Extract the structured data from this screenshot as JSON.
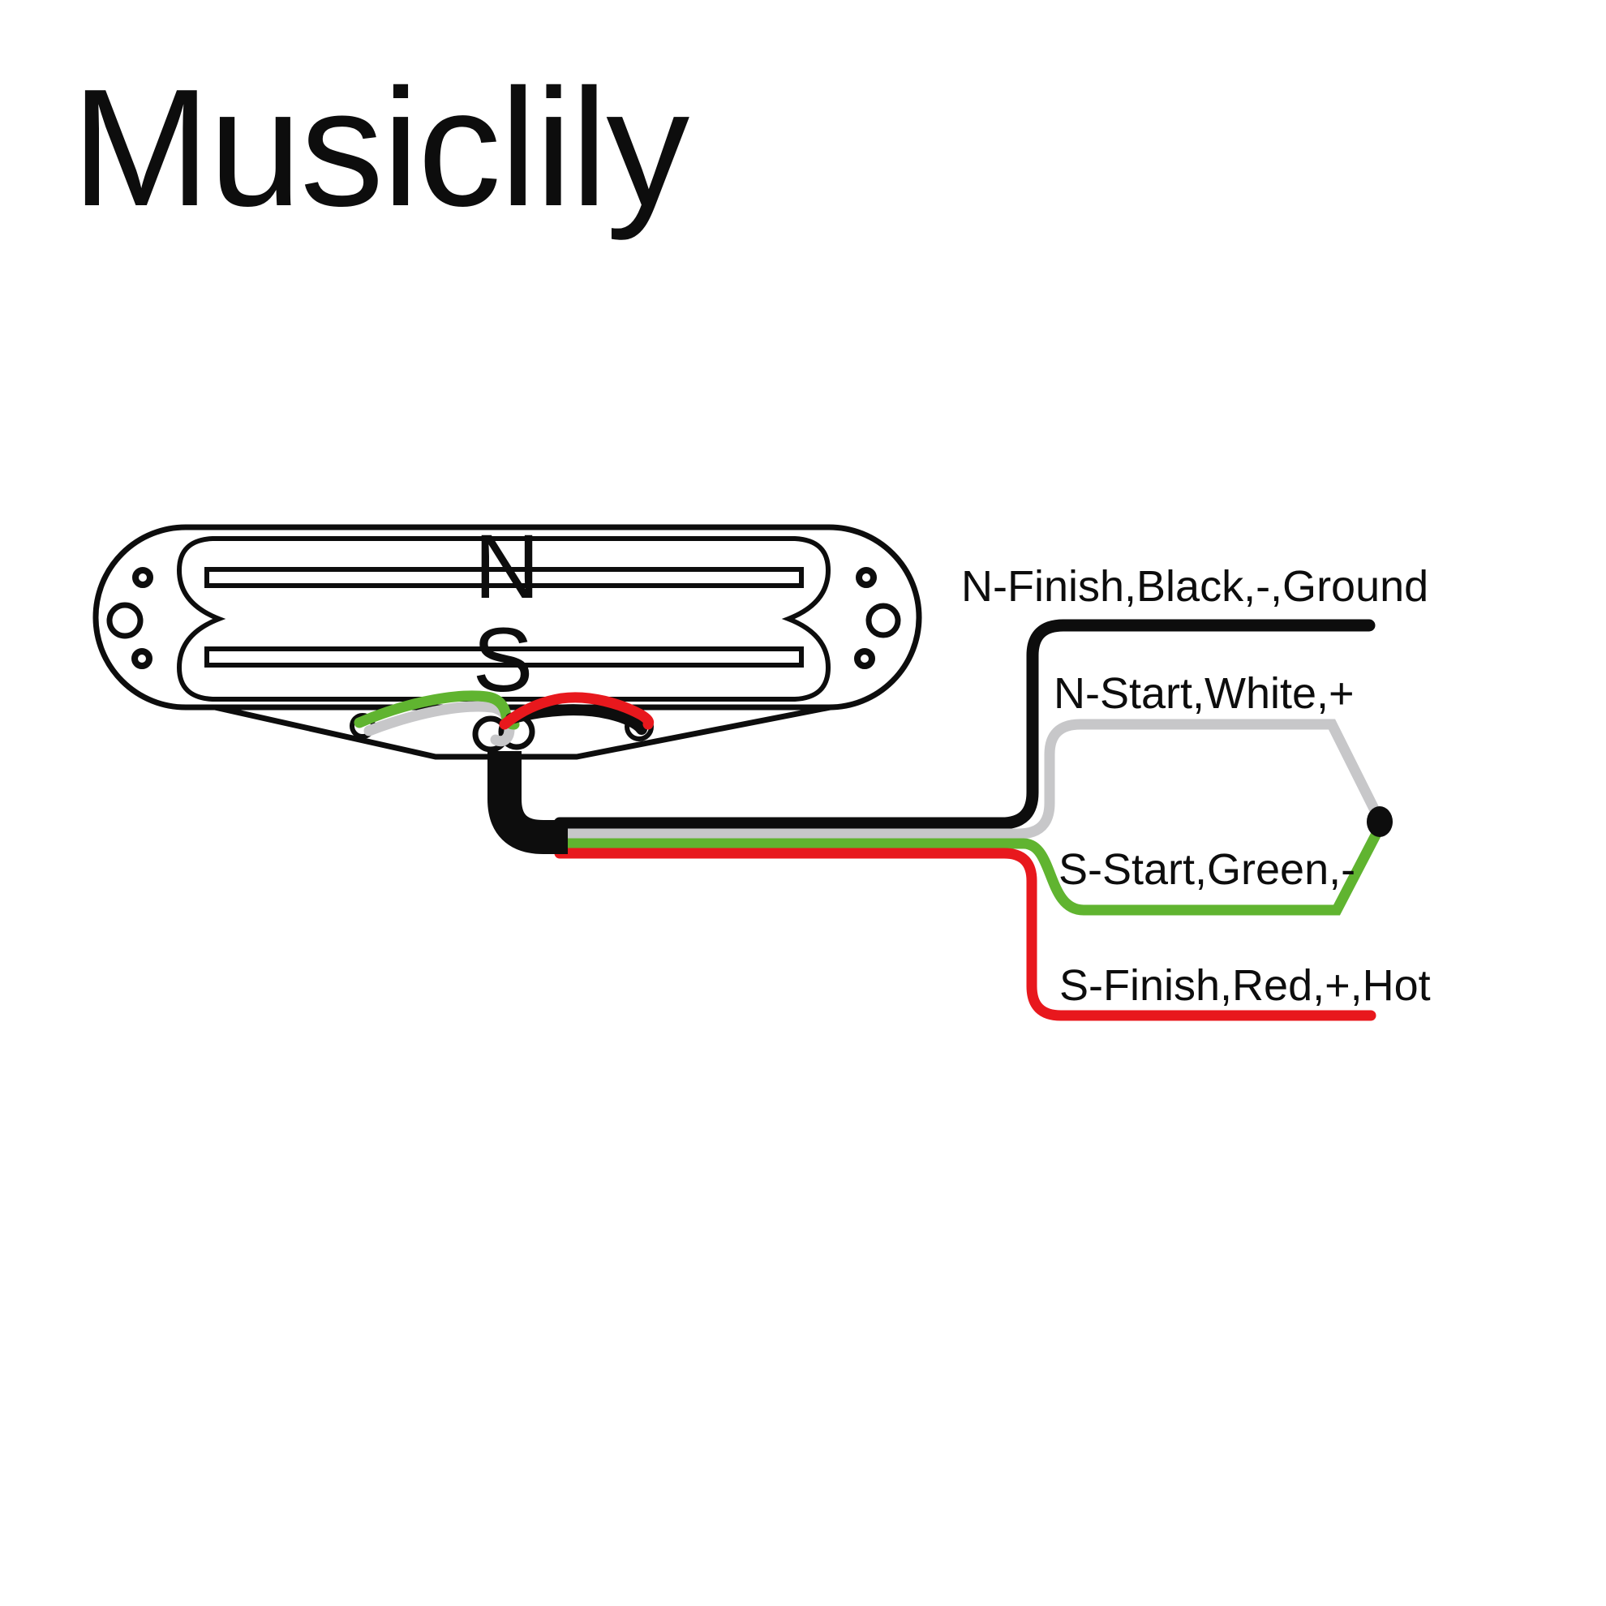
{
  "brand": {
    "title": "Musiclily"
  },
  "pickup": {
    "kind": "dual-rail pickup (top view with baseplate and lead wires)",
    "north_pole_label": "N",
    "south_pole_label": "S"
  },
  "wires": [
    {
      "id": "north-finish-black",
      "label": "N-Finish,Black,-,Ground",
      "color": "#0d0d0d"
    },
    {
      "id": "north-start-white",
      "label": "N-Start,White,+",
      "color": "#c7c7c9"
    },
    {
      "id": "south-start-green",
      "label": "S-Start,Green,-",
      "color": "#60b430"
    },
    {
      "id": "south-finish-red",
      "label": "S-Finish,Red,+,Hot",
      "color": "#e8181d"
    }
  ],
  "colors": {
    "background": "#ffffff",
    "outline": "#0d0d0d",
    "north_letter": "#2144a6",
    "south_letter": "#e8181d",
    "solder_joint": "#0d0d0d"
  }
}
